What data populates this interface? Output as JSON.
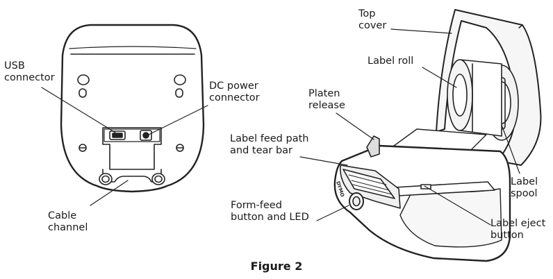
{
  "labels": {
    "usb": [
      "USB",
      "connector"
    ],
    "dc_power": [
      "DC power",
      "connector"
    ],
    "cable_channel": [
      "Cable",
      "channel"
    ],
    "top_cover": [
      "Top",
      "cover"
    ],
    "label_roll": [
      "Label roll"
    ],
    "platen_release": [
      "Platen",
      "release"
    ],
    "feed_path": [
      "Label feed path",
      "and tear bar"
    ],
    "form_feed": [
      "Form-feed",
      "button and LED"
    ],
    "label_spool": [
      "Label",
      "spool"
    ],
    "eject": [
      "Label eject",
      "button"
    ]
  },
  "brand_mark": "DYMO",
  "caption": "Figure 2"
}
